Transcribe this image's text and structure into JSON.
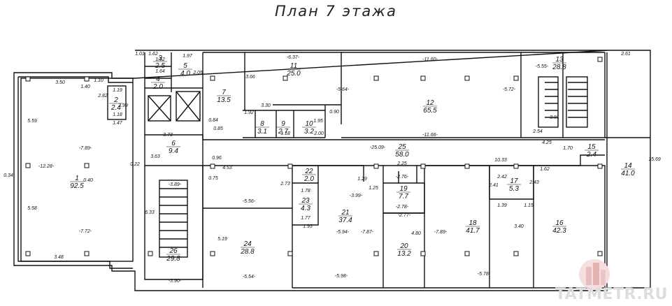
{
  "title": "План 7 этажа",
  "watermark": "TATMETR.RU",
  "rooms": [
    {
      "id": "1",
      "area": "92.5"
    },
    {
      "id": "2",
      "area": "2.4"
    },
    {
      "id": "3",
      "area": "2.5"
    },
    {
      "id": "4",
      "area": "2.0"
    },
    {
      "id": "5",
      "area": "4.0"
    },
    {
      "id": "6",
      "area": "9.4"
    },
    {
      "id": "7",
      "area": "13.5"
    },
    {
      "id": "8",
      "area": "3.1"
    },
    {
      "id": "9",
      "area": "2.7"
    },
    {
      "id": "10",
      "area": "3.2"
    },
    {
      "id": "11",
      "area": "25.0"
    },
    {
      "id": "12",
      "area": "65.5"
    },
    {
      "id": "13",
      "area": "28.8"
    },
    {
      "id": "14",
      "area": "41.0"
    },
    {
      "id": "15",
      "area": "2.4"
    },
    {
      "id": "16",
      "area": "42.3"
    },
    {
      "id": "17",
      "area": "5.3"
    },
    {
      "id": "18",
      "area": "41.7"
    },
    {
      "id": "19",
      "area": "7.7"
    },
    {
      "id": "20",
      "area": "13.2"
    },
    {
      "id": "21",
      "area": "37.4"
    },
    {
      "id": "22",
      "area": "2.0"
    },
    {
      "id": "23",
      "area": "4.3"
    },
    {
      "id": "24",
      "area": "28.8"
    },
    {
      "id": "25",
      "area": "58.0"
    },
    {
      "id": "26",
      "area": "29.8"
    }
  ],
  "dims": [
    "3.50",
    "1.10",
    "1.40",
    "5.59",
    "-12.28-",
    "5.58",
    "3.48",
    "-7.89-",
    "-7.72-",
    "2.82",
    "1.19",
    "2.99",
    "1.18",
    "1.47",
    "1.01",
    "1.62",
    "1.97",
    "-6.37-",
    "-5.64-",
    "-11.60-",
    "-11.66-",
    "-5.72-",
    "-5.55-",
    "3.91",
    "2.54",
    "2.61",
    "15.69",
    "-25.09-",
    "10.33",
    "4.25",
    "1.70",
    "2.25",
    "-2.76-",
    "-2.78-",
    "-2.77-",
    "-5.94-",
    "-3.99-",
    "-7.87-",
    "-7.89-",
    "-5.98-",
    "-5.78-",
    "-5.56-",
    "-5.54-",
    "-3.90-",
    "-3.89-",
    "-3.73-",
    "3.63",
    "4.53",
    "5.19",
    "6.33",
    "2.73",
    "1.78",
    "1.77",
    "1.93",
    "1.29",
    "1.25",
    "2.42",
    "1.39",
    "1.15",
    "3.40",
    "1.62",
    "0.90",
    "3.30",
    "2.00",
    "3.66",
    "0.34",
    "0.22",
    "0.75",
    "0.96",
    "2.41",
    "2.43",
    "4.80",
    "1.52",
    "1.64",
    "2.05",
    "0.84",
    "0.85",
    "1.92",
    "1.18",
    "1.95",
    "0.40"
  ]
}
